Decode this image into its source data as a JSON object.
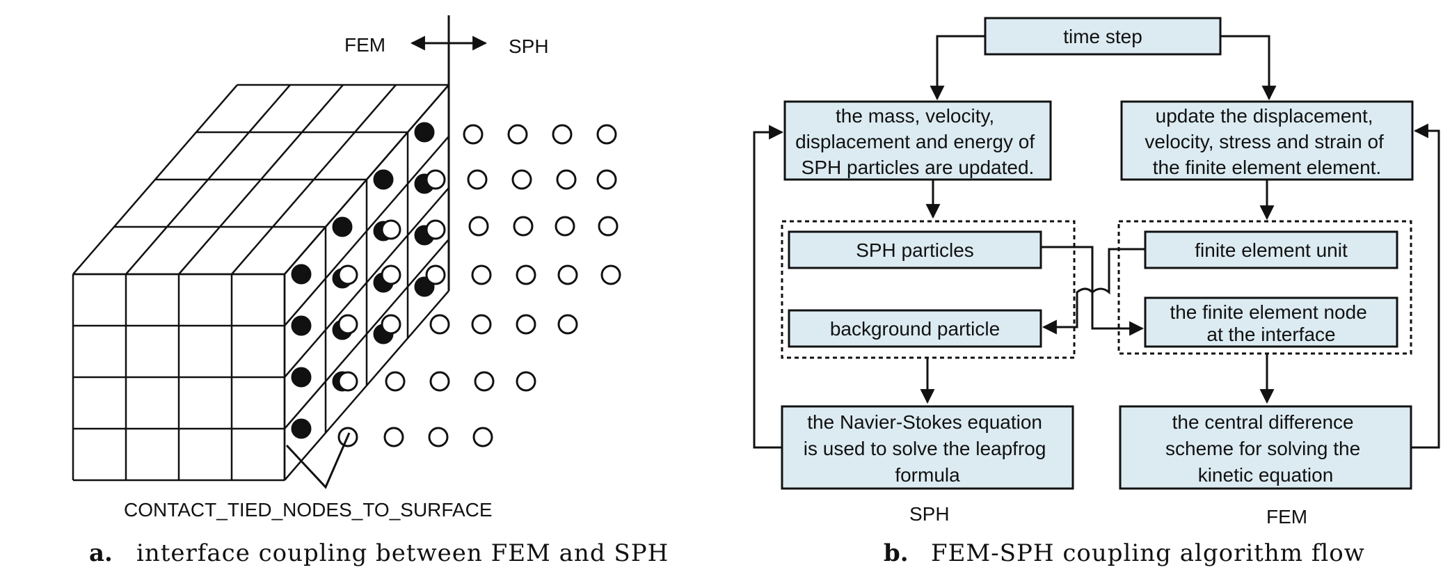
{
  "left_panel": {
    "fem_label": "FEM",
    "sph_label": "SPH",
    "contact_label": "CONTACT_TIED_NODES_TO_SURFACE",
    "caption_letter": "a.",
    "caption_text": "interface coupling between FEM and SPH"
  },
  "right_panel": {
    "time_step": "time step",
    "sph_update": [
      "the mass, velocity,",
      "displacement and energy of",
      "SPH particles are updated."
    ],
    "fem_update": [
      "update the displacement,",
      "velocity, stress and strain of",
      "the finite element element."
    ],
    "sph_particles": "SPH particles",
    "background_particle": "background particle",
    "finite_element_unit": "finite element unit",
    "fe_node": [
      "the finite element node",
      "at the interface"
    ],
    "navier_stokes": [
      "the Navier-Stokes equation",
      "is used to solve the leapfrog",
      "formula"
    ],
    "central_diff": [
      "the central difference",
      "scheme for solving the",
      "kinetic equation"
    ],
    "sph_label": "SPH",
    "fem_label": "FEM",
    "caption_letter": "b.",
    "caption_text": "FEM-SPH coupling algorithm flow"
  },
  "colors": {
    "box_fill": "#dcebf2",
    "line": "#111111"
  }
}
